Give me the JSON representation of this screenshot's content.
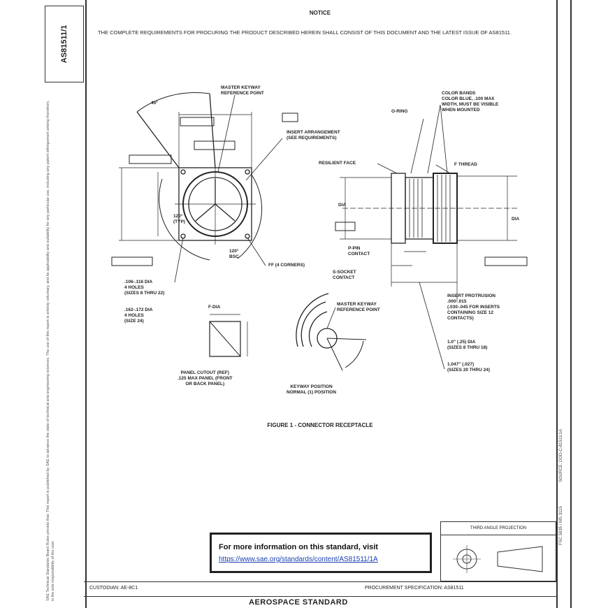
{
  "doc_number": "AS81511/1",
  "notice": "NOTICE",
  "requirement": "THE COMPLETE REQUIREMENTS FOR PROCURING THE PRODUCT DESCRIBED HEREIN SHALL CONSIST OF THIS DOCUMENT AND THE LATEST ISSUE OF AS81511.",
  "labels": {
    "master_keyway": "MASTER KEYWAY\nREFERENCE POINT",
    "insert_arrangement": "INSERT ARRANGEMENT\n(SEE REQUIREMENTS)",
    "color_bands": "COLOR BANDS\nCOLOR BLUE, .100 MAX\nWIDTH, MUST BE VISIBLE\nWHEN MOUNTED",
    "o_ring": "O-RING",
    "resilient_face": "RESILIENT FACE",
    "f_thread": "F THREAD",
    "p_pin_contact": "P-PIN\nCONTACT",
    "s_socket_contact": "S-SOCKET\nCONTACT",
    "holes_1": ".106-.116 DIA\n4 HOLES\n(SIZES 8 THRU 22)",
    "holes_2": ".162-.172 DIA\n4 HOLES\n(SIZE 24)",
    "ff_corners": "FF (4 CORNERS)",
    "insert_protrusion": "INSERT PROTRUSION\n.000-.015\n(.030-.045 FOR INSERTS\nCONTAINING SIZE 12\nCONTACTS)",
    "size_1": "1.0\" (.25) DIA\n(SIZES 8 THRU 18)",
    "size_2": "1.047\" (.027)\n(SIZES 20 THRU 24)",
    "f_dia": "F-DIA",
    "panel_cutout": "PANEL CUTOUT (REF)\n.125 MAX PANEL (FRONT\nOR BACK PANEL)",
    "master_keyway_2": "MASTER KEYWAY\nREFERENCE POINT",
    "keyway_position": "KEYWAY POSITION\nNORMAL (1) POSITION",
    "angle_45": "45°",
    "angle_120a": "120°\n(TYP)",
    "angle_120b": "120°\nBSC",
    "dia": "DIA",
    "dia_b": "DIA"
  },
  "figure_caption": "FIGURE 1 - CONNECTOR RECEPTACLE",
  "info": {
    "heading": "For more information on this standard, visit",
    "url": "https://www.sae.org/standards/content/AS81511/1A"
  },
  "projection": "THIRD ANGLE PROJECTION",
  "customer": "CUSTODIAN: AE-8C1",
  "procurement": "PROCUREMENT SPECIFICATION: AS81511",
  "footer_title": "AEROSPACE STANDARD",
  "side_text": "SAE Technical Standards Board Rules provide that: This report is published by SAE to advance the state of technical and engineering sciences. The use of this report is entirely voluntary, and its applicability and suitability for any particular use, including any patent infringement arising therefrom, is the sole responsibility of the user.",
  "right_side": "SOURCE: DOD-C-81511/1A",
  "right_side_2": "FSC 5935 / MS 3115"
}
